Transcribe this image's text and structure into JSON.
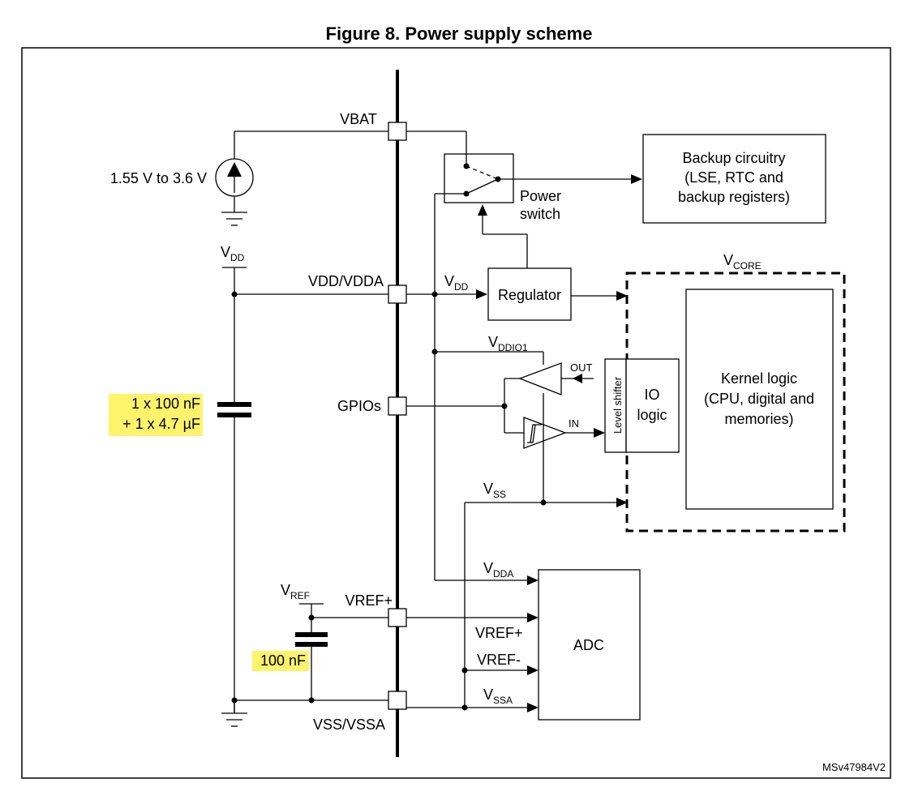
{
  "figure": {
    "title": "Figure 8. Power supply scheme",
    "ref": "MSv47984V2"
  },
  "pins": {
    "vbat": "VBAT",
    "vdd_vdda": "VDD/VDDA",
    "gpios": "GPIOs",
    "vref_plus": "VREF+",
    "vss_vssa": "VSS/VSSA"
  },
  "left": {
    "battery_range": "1.55 V to 3.6 V",
    "vdd_label": {
      "main": "V",
      "sub": "DD"
    },
    "cap1_line1": "1 x 100 nF",
    "cap1_line2": "+ 1 x 4.7 µF",
    "vref_label": {
      "main": "V",
      "sub": "REF"
    },
    "cap2": "100 nF"
  },
  "blocks": {
    "backup_line1": "Backup circuitry",
    "backup_line2": "(LSE, RTC and",
    "backup_line3": "backup registers)",
    "power_switch_line1": "Power",
    "power_switch_line2": "switch",
    "regulator": "Regulator",
    "vcore": {
      "main": "V",
      "sub": "CORE"
    },
    "kernel_line1": "Kernel logic",
    "kernel_line2": "(CPU, digital and",
    "kernel_line3": "memories)",
    "level_shifter": "Level shifter",
    "io_line1": "IO",
    "io_line2": "logic",
    "out": "OUT",
    "in": "IN",
    "adc": "ADC"
  },
  "nets": {
    "vdd": {
      "main": "V",
      "sub": "DD"
    },
    "vddio1": {
      "main": "V",
      "sub": "DDIO1"
    },
    "vss": {
      "main": "V",
      "sub": "SS"
    },
    "vdda": {
      "main": "V",
      "sub": "DDA"
    },
    "vref_plus": "VREF+",
    "vref_minus": "VREF-",
    "vssa": {
      "main": "V",
      "sub": "SSA"
    }
  },
  "colors": {
    "highlight": "#fff36b",
    "ink": "#000000"
  }
}
